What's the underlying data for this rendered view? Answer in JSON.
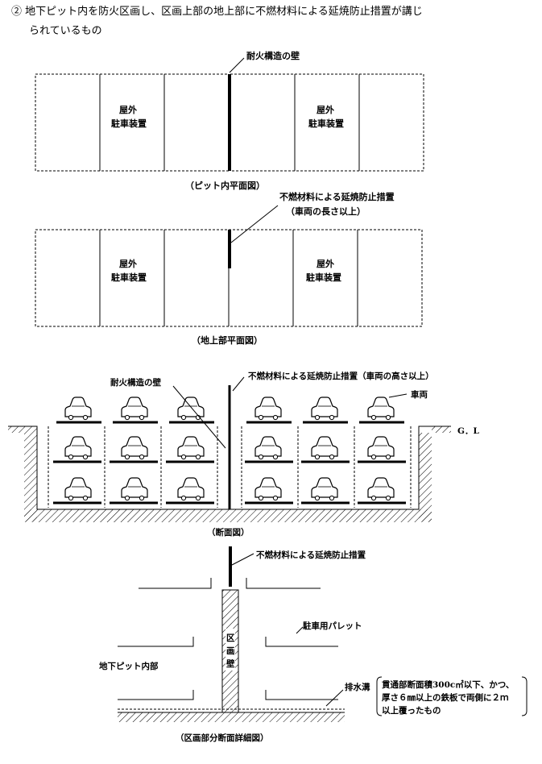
{
  "heading": {
    "line1": "② 地下ピット内を防火区画し、区画上部の地上部に不燃材料による延焼防止措置が講じ",
    "line2": "られているもの"
  },
  "plan_pit": {
    "wall_label": "耐火構造の壁",
    "unit_label_line1": "屋外",
    "unit_label_line2": "駐車装置",
    "caption": "（ピット内平面図）"
  },
  "plan_ground": {
    "measure_label_line1": "不燃材料による延焼防止措置",
    "measure_label_line2": "（車両の長さ以上）",
    "unit_label_line1": "屋外",
    "unit_label_line2": "駐車装置",
    "caption": "（地上部平面図）"
  },
  "section": {
    "wall_label": "耐火構造の壁",
    "measure_label": "不燃材料による延焼防止措置（車両の高さ以上）",
    "vehicle_label": "車両",
    "gl_label": "G．L",
    "caption": "（断面図）"
  },
  "detail": {
    "measure_label": "不燃材料による延焼防止措置",
    "pallet_label": "駐車用パレット",
    "pit_label": "地下ピット内部",
    "wall_chars": [
      "区",
      "画",
      "壁"
    ],
    "drain_label": "排水溝",
    "bracket_line1": "貫通部断面積300c㎡以下、かつ、",
    "bracket_line2": "厚さ６㎜以上の鉄板で両側に２ｍ",
    "bracket_line3": "以上覆ったもの",
    "caption": "（区画部分断面詳細図）"
  }
}
